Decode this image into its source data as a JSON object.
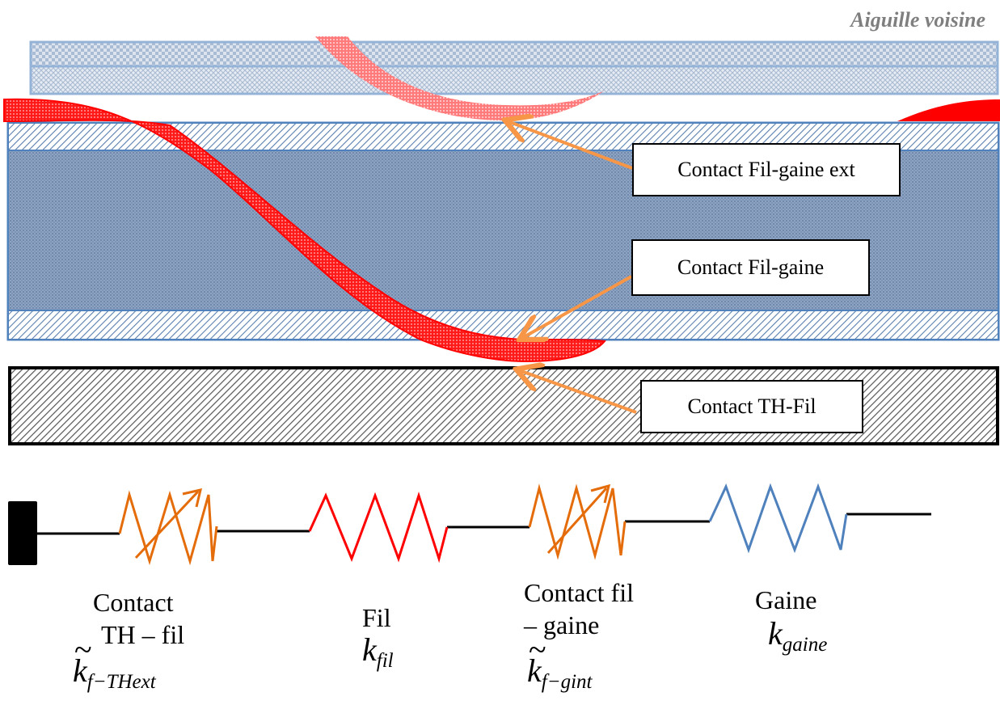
{
  "title": "Aiguille voisine",
  "callouts": {
    "fil_gaine_ext": "Contact Fil-gaine ext",
    "fil_gaine": "Contact Fil-gaine",
    "th_fil": "Contact TH-Fil"
  },
  "springs": [
    {
      "line1": "Contact",
      "line2": "TH – fil",
      "symbol": "k",
      "subscript": "f−THext",
      "tilde": true
    },
    {
      "line1": "Fil",
      "symbol": "k",
      "subscript": "fil",
      "tilde": false
    },
    {
      "line1": "Contact fil",
      "line2": "– gaine",
      "symbol": "k",
      "subscript": "f−gint",
      "tilde": true
    },
    {
      "line1": "Gaine",
      "symbol": "k",
      "subscript": "gaine",
      "tilde": false
    }
  ],
  "colors": {
    "sheath_blue": "#4f81bd",
    "sheath_light": "#95b3d7",
    "wire_red": "#ff0000",
    "arrow_orange": "#f79646",
    "contact_spring": "#e46c0a",
    "fil_spring": "#ff0000",
    "gaine_spring": "#4f81bd",
    "title_gray": "#7f7f7f"
  }
}
